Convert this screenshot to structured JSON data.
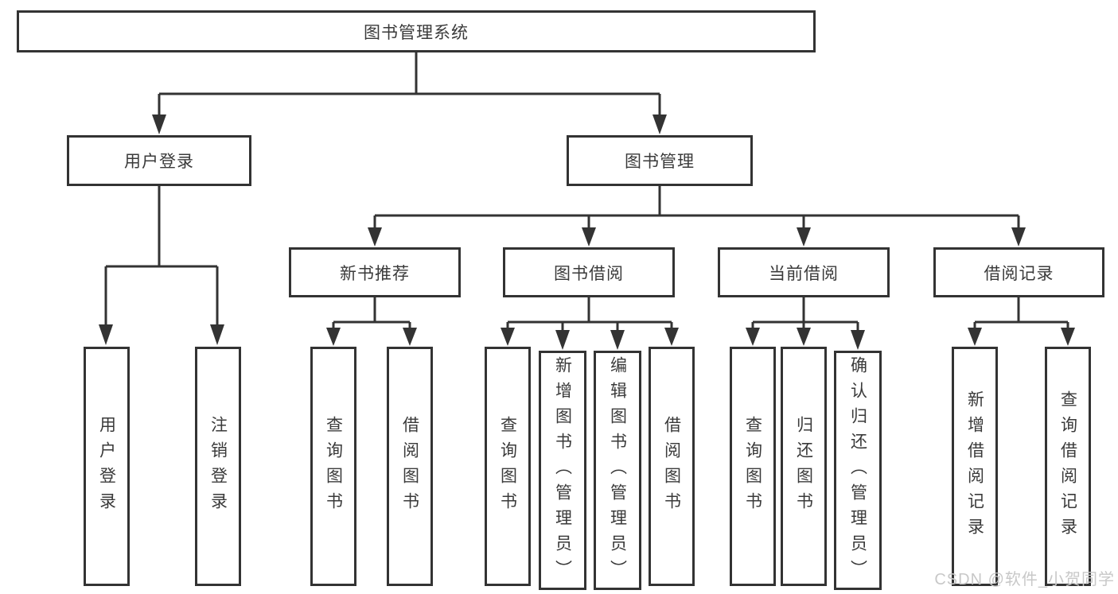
{
  "nodes": {
    "root": "图书管理系统",
    "level2": {
      "login": "用户登录",
      "management": "图书管理"
    },
    "level3": {
      "recommend": "新书推荐",
      "borrow": "图书借阅",
      "current": "当前借阅",
      "records": "借阅记录"
    },
    "leaves": {
      "login": [
        "用户登录",
        "注销登录"
      ],
      "recommend": [
        "查询图书",
        "借阅图书"
      ],
      "borrow": [
        "查询图书",
        "新增图书（管理员）",
        "编辑图书（管理员）",
        "借阅图书"
      ],
      "current": [
        "查询图书",
        "归还图书",
        "确认归还（管理员）"
      ],
      "records": [
        "新增借阅记录",
        "查询借阅记录"
      ]
    }
  },
  "watermark": "CSDN @软件_小贺同学",
  "colors": {
    "line": "#333333",
    "text": "#3a3a3a",
    "watermark": "#c8c8c8",
    "background": "#ffffff"
  }
}
